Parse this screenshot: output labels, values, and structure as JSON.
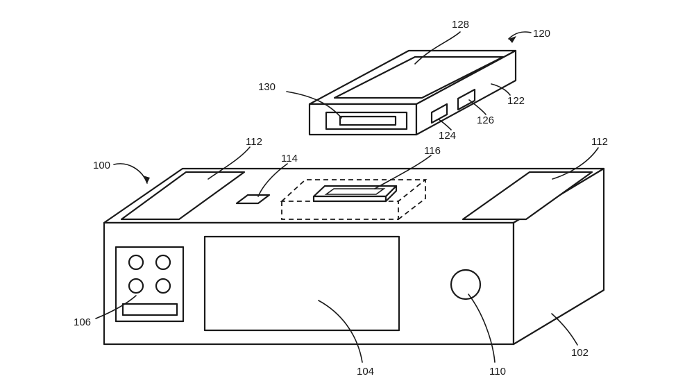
{
  "labels": {
    "device": "120",
    "device_screen": "128",
    "device_connector": "130",
    "device_body": "122",
    "device_port_a": "124",
    "device_port_b": "126",
    "base": "100",
    "speaker_left": "112",
    "speaker_right": "112",
    "slot": "114",
    "dock": "116",
    "controls": "106",
    "display": "104",
    "knob": "110",
    "base_body": "102"
  },
  "colors": {
    "stroke": "#1a1a1a",
    "background": "#ffffff"
  }
}
